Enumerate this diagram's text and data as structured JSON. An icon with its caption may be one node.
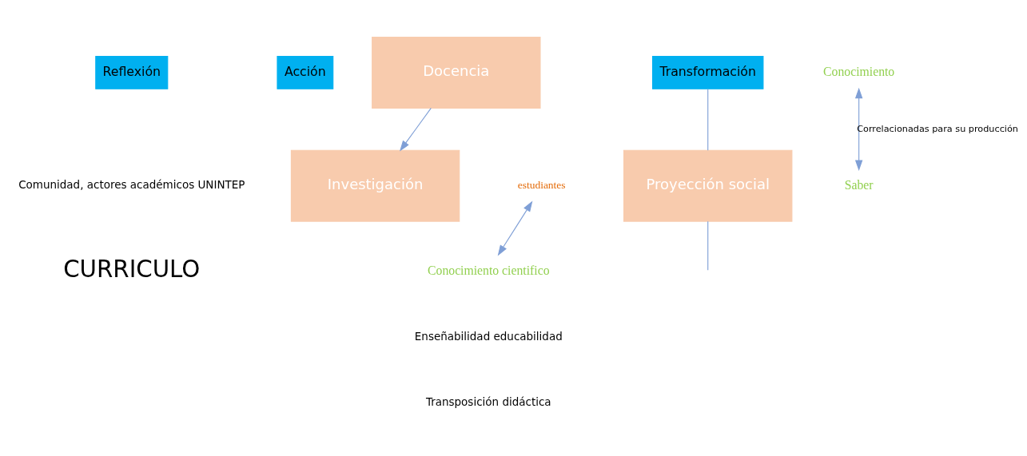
{
  "diagram": {
    "nodes": [
      {
        "text": [
          "Reflexión"
        ]
      },
      {
        "text": [
          "Acción"
        ]
      },
      {
        "text": [
          "Transformación"
        ]
      },
      {
        "text": [
          "Investigación"
        ]
      },
      {
        "text": [
          "Proyección social"
        ]
      },
      {
        "text": [
          "Conocimiento cientifico"
        ]
      },
      {
        "text": [
          "Conocimiento"
        ]
      },
      {
        "text": [
          "Saber"
        ]
      },
      {
        "text": [
          "Docencia"
        ]
      },
      {
        "text": [
          "estudiantes"
        ]
      }
    ],
    "edges": [
      {
        "from": 8,
        "to": 3,
        "arrow": "to"
      },
      {
        "from": 6,
        "to": 7,
        "arrow": "both",
        "label": "Correlacionadas para su producción"
      },
      {
        "from": 9,
        "to": 5,
        "arrow": "both"
      },
      {
        "from": 2,
        "to": 4,
        "arrow": "none"
      },
      {
        "from": 4,
        "to": null,
        "arrow": "none"
      }
    ],
    "labels": [
      "Comunidad, actores académicos UNINTEP",
      "CURRICULO",
      "Enseñabilidad educabilidad",
      "Transposición didáctica"
    ]
  }
}
